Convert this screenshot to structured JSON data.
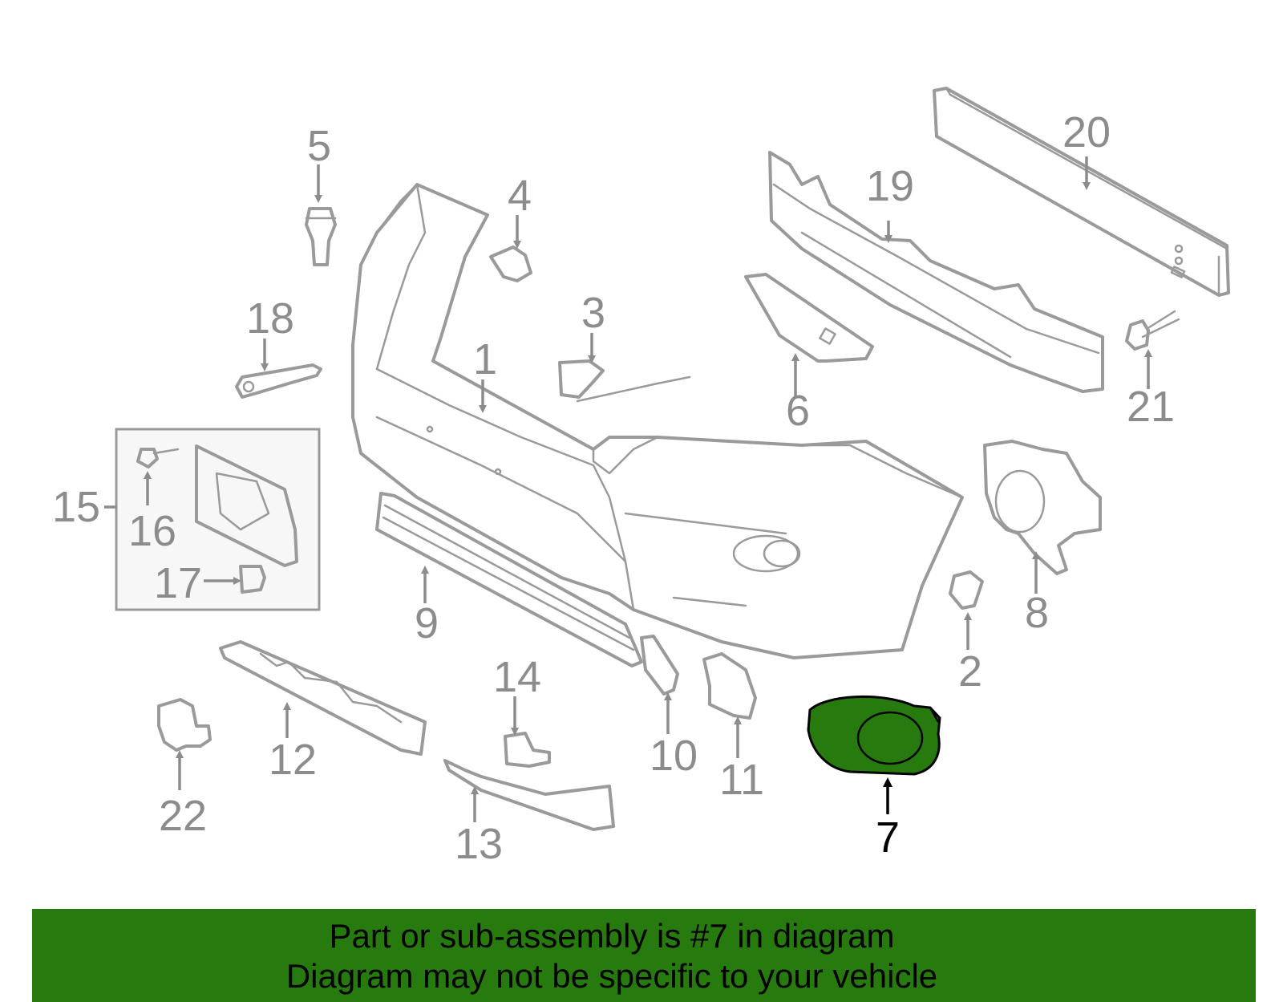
{
  "diagram": {
    "highlighted_callout": "7",
    "highlight_color": "#267a0e",
    "part_color": "#9a9a9a",
    "callouts": {
      "c1": "1",
      "c2": "2",
      "c3": "3",
      "c4": "4",
      "c5": "5",
      "c6": "6",
      "c7": "7",
      "c8": "8",
      "c9": "9",
      "c10": "10",
      "c11": "11",
      "c12": "12",
      "c13": "13",
      "c14": "14",
      "c15": "15",
      "c16": "16",
      "c17": "17",
      "c18": "18",
      "c19": "19",
      "c20": "20",
      "c21": "21",
      "c22": "22"
    }
  },
  "banner": {
    "line1": "Part or sub-assembly is #7 in diagram",
    "line2": "Diagram may not be specific to your vehicle",
    "background_color": "#267a0e"
  }
}
